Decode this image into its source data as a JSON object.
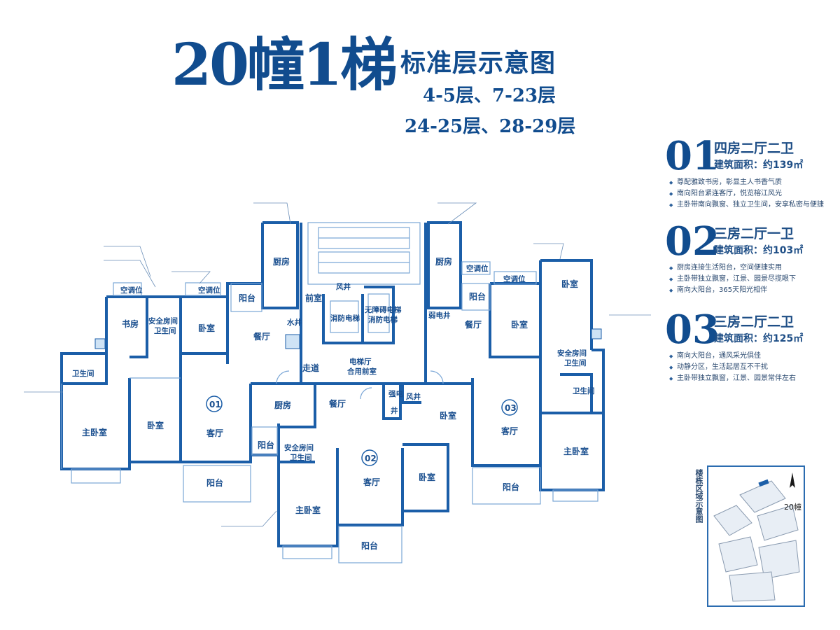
{
  "title": {
    "main": "20幢1梯",
    "sub": "标准层示意图",
    "floors_line1": "4-5层、7-23层",
    "floors_line2": "24-25层、28-29层"
  },
  "units": [
    {
      "number": "01",
      "type": "四房二厅二卫",
      "area": "建筑面积：约139㎡",
      "features": [
        "尊配雅致书房，彰显主人书香气质",
        "南向阳台紧连客厅，悦览榕江风光",
        "主卧带南向飘窗、独立卫生间，安享私密与便捷"
      ]
    },
    {
      "number": "02",
      "type": "三房二厅一卫",
      "area": "建筑面积：约103㎡",
      "features": [
        "厨房连接生活阳台，空间便捷实用",
        "主卧带独立飘窗，江景、园景尽揽眼下",
        "南向大阳台，365天阳光相伴"
      ]
    },
    {
      "number": "03",
      "type": "三房二厅二卫",
      "area": "建筑面积：约125㎡",
      "features": [
        "南向大阳台，通风采光俱佳",
        "动静分区，生活起居互不干扰",
        "主卧带独立飘窗，江景、园景常伴左右"
      ]
    }
  ],
  "rooms": {
    "u1_kongtiao_a": "空调位",
    "u1_kongtiao_b": "空调位",
    "u1_shufang": "书房",
    "u1_anquan": "安全房间",
    "u1_weishengjian_a": "卫生间",
    "u1_woshi": "卧室",
    "u1_weishengjian": "卫生间",
    "u1_zhuwoshi": "主卧室",
    "u1_woshi_2": "卧室",
    "u1_keting": "客厅",
    "u1_yangtai": "阳台",
    "u1_canting": "餐厅",
    "u1_chufang": "厨房",
    "u1_yangtai_2": "阳台",
    "u1_num": "01",
    "core_qianshi_l": "前室",
    "core_shuijing": "水井",
    "core_fengjing_top": "风井",
    "core_xiaofang": "消防电梯",
    "core_wuzhang_1": "无障碍电梯",
    "core_wuzhang_2": "消防电梯",
    "core_ruodian": "弱电井",
    "core_zoudao": "走道",
    "core_dianti_1": "电梯厅",
    "core_dianti_2": "合用前室",
    "core_qiangdian_1": "强电",
    "core_qiangdian_2": "井",
    "core_fengjing_2": "风井",
    "u2_chufang": "厨房",
    "u2_canting": "餐厅",
    "u2_yangtai_s": "阳台",
    "u2_anquan": "安全房间",
    "u2_weishengjian": "卫生间",
    "u2_zhuwoshi": "主卧室",
    "u2_keting": "客厅",
    "u2_num": "02",
    "u2_woshi": "卧室",
    "u2_yangtai": "阳台",
    "u3_chufang": "厨房",
    "u3_kongtiao": "空调位",
    "u3_yangtai_s": "阳台",
    "u3_kongtiao_2": "空调位",
    "u3_woshi_a": "卧室",
    "u3_canting": "餐厅",
    "u3_woshi_b": "卧室",
    "u3_anquan": "安全房间",
    "u3_weishengjian_a": "卫生间",
    "u3_weishengjian_b": "卫生间",
    "u3_woshi_c": "卧室",
    "u3_keting": "客厅",
    "u3_num": "03",
    "u3_zhuwoshi": "主卧室",
    "u3_yangtai": "阳台",
    "u1_yangtai_3": "阳台"
  },
  "location_map": {
    "label": "楼栋区域示意图",
    "building": "20幢"
  },
  "colors": {
    "brand_blue": "#114c8e",
    "wall_blue": "#1b5ea8",
    "light_blue": "#cfe3f5"
  }
}
